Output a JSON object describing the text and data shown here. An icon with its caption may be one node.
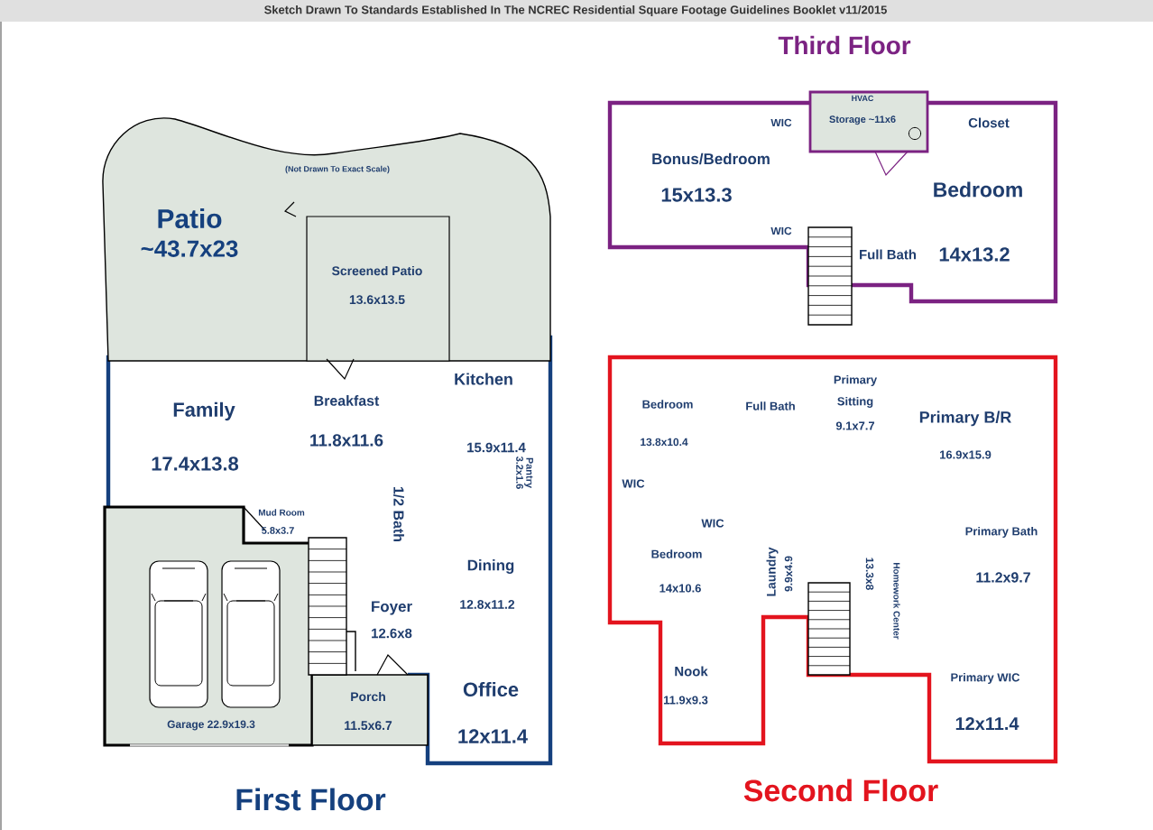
{
  "diagram": {
    "nodes": [
      {
        "text": [
          "First Floor"
        ]
      },
      {
        "text": [
          "Patio",
          "~43.7x23"
        ]
      },
      {
        "text": [
          "Screened Patio",
          "13.6x13.5"
        ],
        "in": 1
      },
      {
        "text": [
          "Garage 22.9x19.3"
        ],
        "in": 0
      },
      {
        "text": [
          "Porch",
          "11.5x6.7"
        ],
        "in": 0
      },
      {
        "text": [
          "Third Floor"
        ]
      },
      {
        "text": [
          "HVAC",
          "Storage ~11x6"
        ]
      },
      {
        "text": [
          "Second Floor"
        ]
      }
    ],
    "labels": [
      "Sketch Drawn To Standards Established In The NCREC Residential Square Footage Guidelines Booklet v11/2015",
      "(Not Drawn To Exact Scale)",
      "WIC",
      "Closet",
      "Bonus/Bedroom",
      "15x13.3",
      "Bedroom",
      "WIC",
      "Full Bath",
      "14x13.2",
      "Kitchen",
      "Family",
      "Breakfast",
      "11.8x11.6",
      "17.4x13.8",
      "15.9x11.4",
      "3.2x1.6",
      "Pantry",
      "1/2 Bath",
      "Mud Room",
      "5.8x3.7",
      "Dining",
      "12.8x11.2",
      "Foyer",
      "12.6x8",
      "Office",
      "12x11.4",
      "Primary Sitting",
      "Bedroom",
      "Full Bath",
      "9.1x7.7",
      "Primary B/R",
      "13.8x10.4",
      "16.9x15.9",
      "WIC",
      "WIC",
      "Primary Bath",
      "Bedroom",
      "Laundry",
      "9.9x4.9",
      "13.3x8",
      "Homework Center",
      "14x10.6",
      "11.2x9.7",
      "Nook",
      "Primary WIC",
      "11.9x9.3",
      "12x11.4"
    ]
  }
}
